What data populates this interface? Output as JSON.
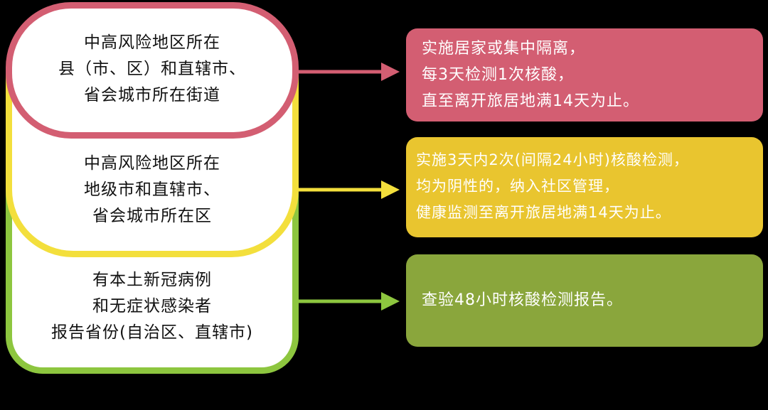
{
  "colors": {
    "background": "#000000",
    "red": "#d35e72",
    "yellow": "#f3df3c",
    "yellow_box": "#e9c52f",
    "green": "#8dc63f",
    "green_box": "#8aa63c"
  },
  "rows": [
    {
      "id": "red",
      "condition_lines": [
        "中高风险地区所在",
        "县（市、区）和直辖市、",
        "省会城市所在街道"
      ],
      "result_lines": [
        "实施居家或集中隔离，",
        "每3天检测1次核酸，",
        "直至离开旅居地满14天为止。"
      ]
    },
    {
      "id": "yellow",
      "condition_lines": [
        "中高风险地区所在",
        "地级市和直辖市、",
        "省会城市所在区"
      ],
      "result_lines": [
        "实施3天内2次(间隔24小时)核酸检测，",
        "均为阴性的，纳入社区管理，",
        "健康监测至离开旅居地满14天为止。"
      ]
    },
    {
      "id": "green",
      "condition_lines": [
        "有本土新冠病例",
        "和无症状感染者",
        "报告省份(自治区、直辖市)"
      ],
      "result_lines": [
        "查验48小时核酸检测报告。"
      ]
    }
  ]
}
